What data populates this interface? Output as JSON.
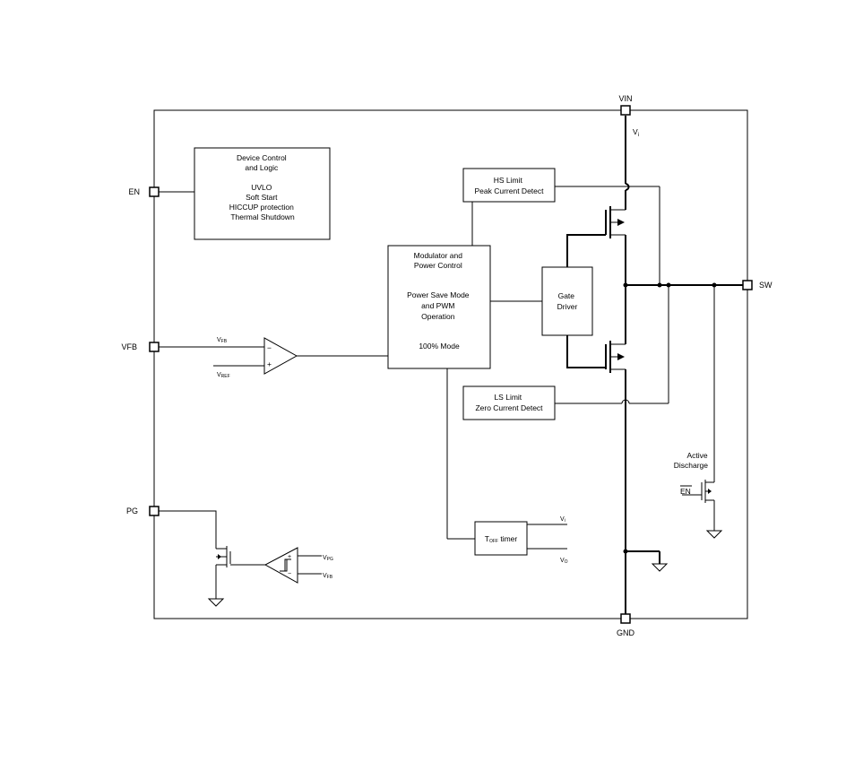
{
  "pins": {
    "vin": "VIN",
    "en": "EN",
    "vfb": "VFB",
    "pg": "PG",
    "sw": "SW",
    "gnd": "GND"
  },
  "nodes": {
    "vi_top": "V",
    "vi_top_sub": "i"
  },
  "blocks": {
    "device_control": [
      "Device Control",
      "and Logic",
      "",
      "UVLO",
      "Soft Start",
      "HICCUP protection",
      "Thermal Shutdown"
    ],
    "hs_limit": [
      "HS Limit",
      "Peak Current Detect"
    ],
    "modulator": [
      "Modulator and",
      "Power Control",
      "",
      "Power Save Mode",
      "and PWM",
      "Operation",
      "",
      "100% Mode"
    ],
    "gate_driver": [
      "Gate",
      "Driver"
    ],
    "ls_limit": [
      "LS Limit",
      "Zero Current Detect"
    ],
    "toff_timer": "T",
    "toff_timer_sub": "OFF",
    "toff_timer_rest": " timer"
  },
  "signals": {
    "comp_in_minus": "V",
    "comp_in_minus_sub": "FB",
    "comp_in_plus": "V",
    "comp_in_plus_sub": "REF",
    "comp_minus_sign": "−",
    "comp_plus_sign": "+",
    "timer_vi": "V",
    "timer_vi_sub": "i",
    "timer_vo": "V",
    "timer_vo_sub": "O",
    "pg_in_plus": "V",
    "pg_in_plus_sub": "PG",
    "pg_in_minus": "V",
    "pg_in_minus_sub": "FB",
    "pg_plus_sign": "+",
    "pg_minus_sign": "−"
  },
  "discharge": {
    "label": [
      "Active",
      "Discharge"
    ],
    "en": "EN"
  }
}
